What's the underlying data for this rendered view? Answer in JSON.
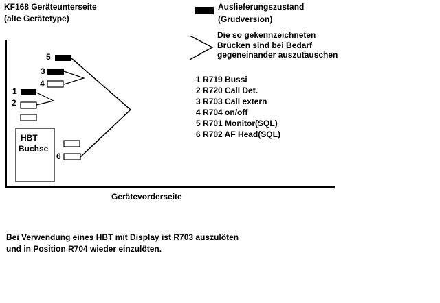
{
  "title": {
    "line1": "KF168 Geräteunterseite",
    "line2": "(alte Gerätetype)"
  },
  "legend": {
    "filled_label_line1": "Auslieferungszustand",
    "filled_label_line2": "(Grudversion)",
    "bracket_label_line1": "Die so gekennzeichneten",
    "bracket_label_line2": "Brücken sind bei Bedarf",
    "bracket_label_line3": "gegeneinander auszutauschen"
  },
  "positions": [
    {
      "num": "1",
      "label": "R719  Bussi"
    },
    {
      "num": "2",
      "label": "R720  Call Det."
    },
    {
      "num": "3",
      "label": "R703  Call extern"
    },
    {
      "num": "4",
      "label": "R704  on/off"
    },
    {
      "num": "5",
      "label": "R701  Monitor(SQL)"
    },
    {
      "num": "6",
      "label": "R702  AF Head(SQL)"
    }
  ],
  "board": {
    "pad_labels": [
      "5",
      "3",
      "4",
      "1",
      "2",
      "6"
    ],
    "hbt_label_line1": "HBT",
    "hbt_label_line2": "Buchse",
    "bottom_label": "Gerätevorderseite"
  },
  "note": {
    "line1": "Bei Verwendung eines HBT mit Display ist R703 auszulöten",
    "line2": "und in Position R704 wieder einzulöten."
  },
  "colors": {
    "ink": "#000000",
    "background": "#ffffff"
  }
}
